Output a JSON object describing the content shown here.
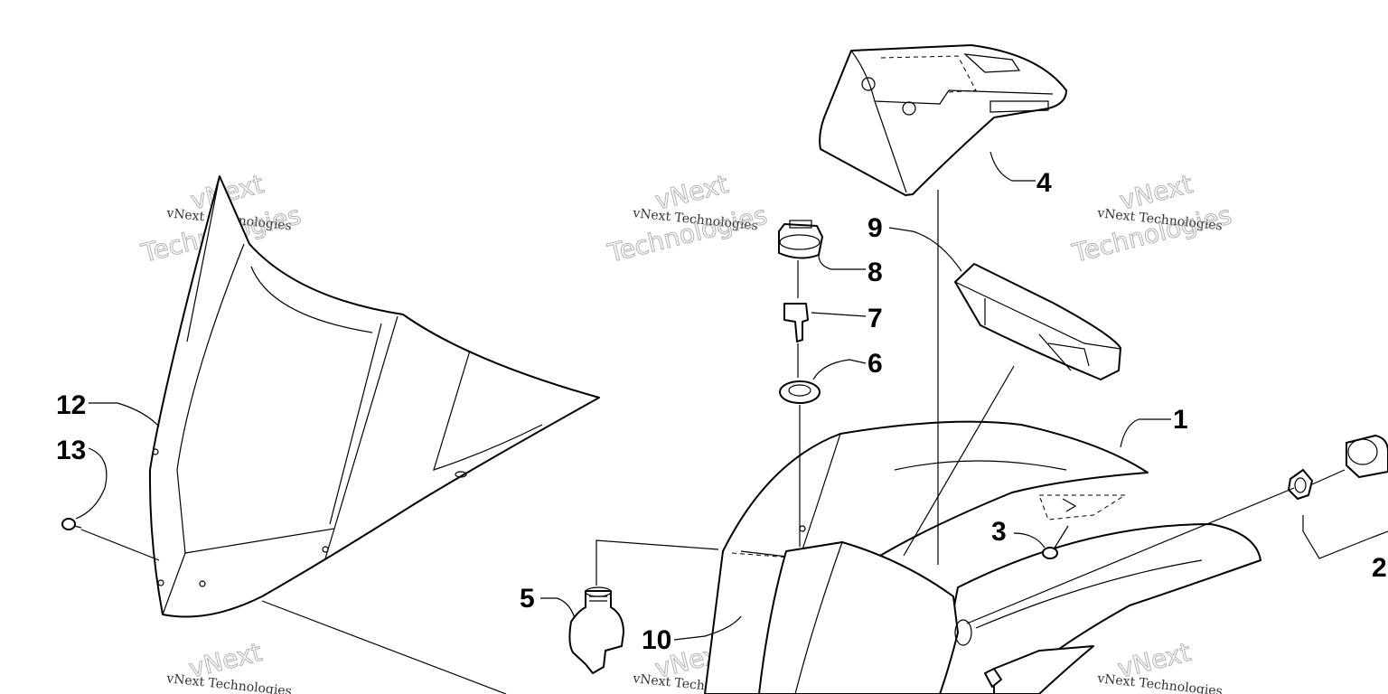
{
  "callouts": {
    "c1": "1",
    "c2": "2",
    "c3": "3",
    "c4": "4",
    "c5": "5",
    "c6": "6",
    "c7": "7",
    "c8": "8",
    "c9": "9",
    "c10": "10",
    "c12": "12",
    "c13": "13"
  },
  "watermark": {
    "line_small": "vNext Technologies",
    "line_big_top": "vNext",
    "line_big_bottom": "Technologies"
  }
}
